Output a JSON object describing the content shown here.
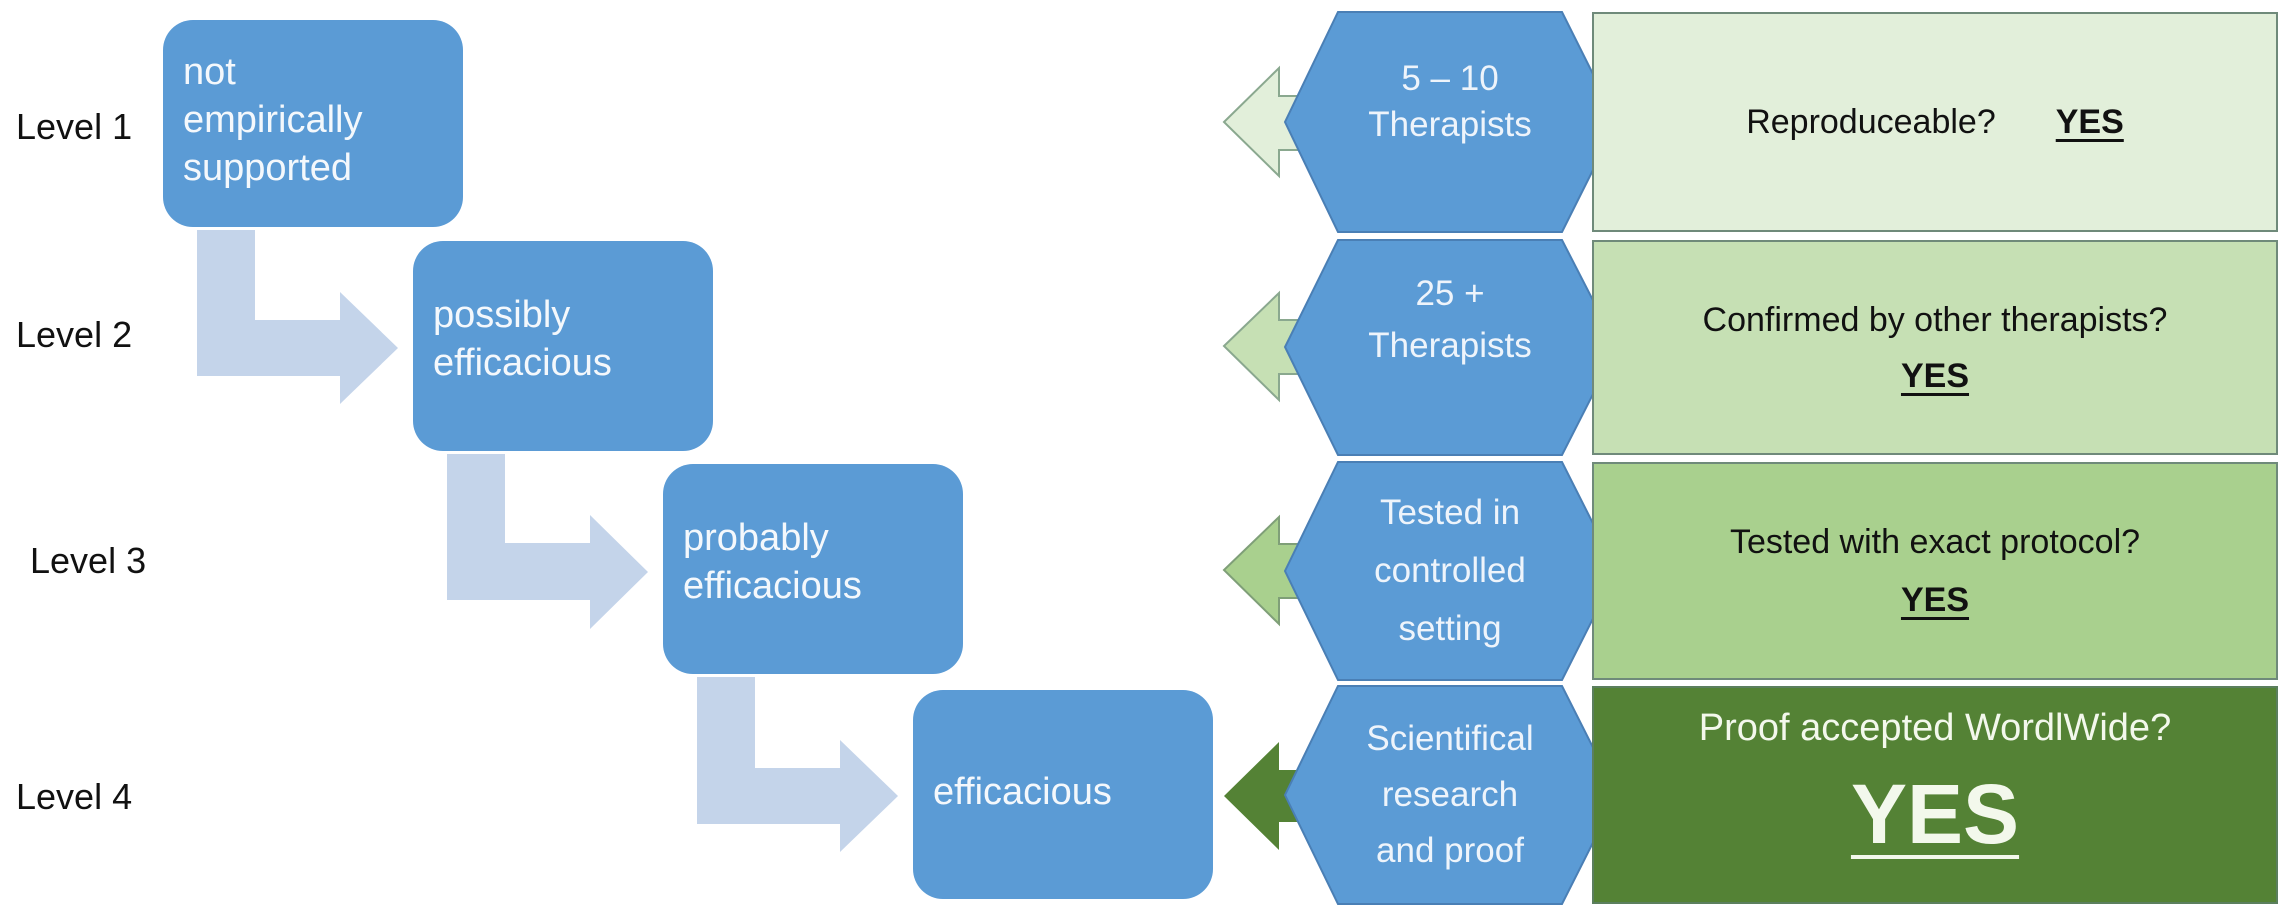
{
  "colors": {
    "stage_blue": "#5b9bd5",
    "connector_light_blue": "#c4d4ea",
    "level1_green": "#e2efda",
    "level2_green": "#c6e0b4",
    "level3_green": "#a9d08e",
    "level4_green": "#548235"
  },
  "levels": [
    {
      "label": "Level 1",
      "stage_lines": [
        "not",
        "empirically",
        "supported"
      ],
      "criterion_lines": [
        "5 – 10",
        "Therapists"
      ],
      "question": "Reproduceable?",
      "answer": "YES"
    },
    {
      "label": "Level 2",
      "stage_lines": [
        "possibly",
        "efficacious"
      ],
      "criterion_lines": [
        "25 +",
        "Therapists"
      ],
      "question": "Confirmed by other therapists?",
      "answer": "YES"
    },
    {
      "label": "Level 3",
      "stage_lines": [
        "probably",
        "efficacious"
      ],
      "criterion_lines": [
        "Tested in",
        "controlled",
        "setting"
      ],
      "question": "Tested with exact protocol?",
      "answer": "YES"
    },
    {
      "label": "Level 4",
      "stage_lines": [
        "efficacious"
      ],
      "criterion_lines": [
        "Scientifical",
        "research",
        "and proof"
      ],
      "question": "Proof accepted WordlWide?",
      "answer": "YES"
    }
  ]
}
